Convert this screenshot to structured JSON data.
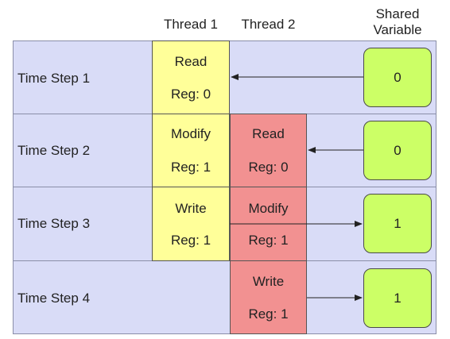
{
  "headers": {
    "thread1": "Thread 1",
    "thread2": "Thread 2",
    "shared_line1": "Shared",
    "shared_line2": "Variable"
  },
  "steps": [
    {
      "label": "Time Step 1",
      "thread1": {
        "action": "Read",
        "reg": "Reg: 0"
      },
      "thread2": null,
      "shared_value": "0",
      "arrow": "from-shared-to-thread1"
    },
    {
      "label": "Time Step 2",
      "thread1": {
        "action": "Modify",
        "reg": "Reg: 1"
      },
      "thread2": {
        "action": "Read",
        "reg": "Reg: 0"
      },
      "shared_value": "0",
      "arrow": "from-shared-to-thread2"
    },
    {
      "label": "Time Step 3",
      "thread1": {
        "action": "Write",
        "reg": "Reg: 1"
      },
      "thread2": {
        "action": "Modify",
        "reg": "Reg: 1"
      },
      "shared_value": "1",
      "arrow": "from-thread1-to-shared"
    },
    {
      "label": "Time Step 4",
      "thread1": null,
      "thread2": {
        "action": "Write",
        "reg": "Reg: 1"
      },
      "shared_value": "1",
      "arrow": "from-thread2-to-shared"
    }
  ],
  "colors": {
    "row_background": "#d9dcf7",
    "thread1_cell": "#ffff99",
    "thread2_cell": "#f29191",
    "shared_box": "#ccff66"
  }
}
